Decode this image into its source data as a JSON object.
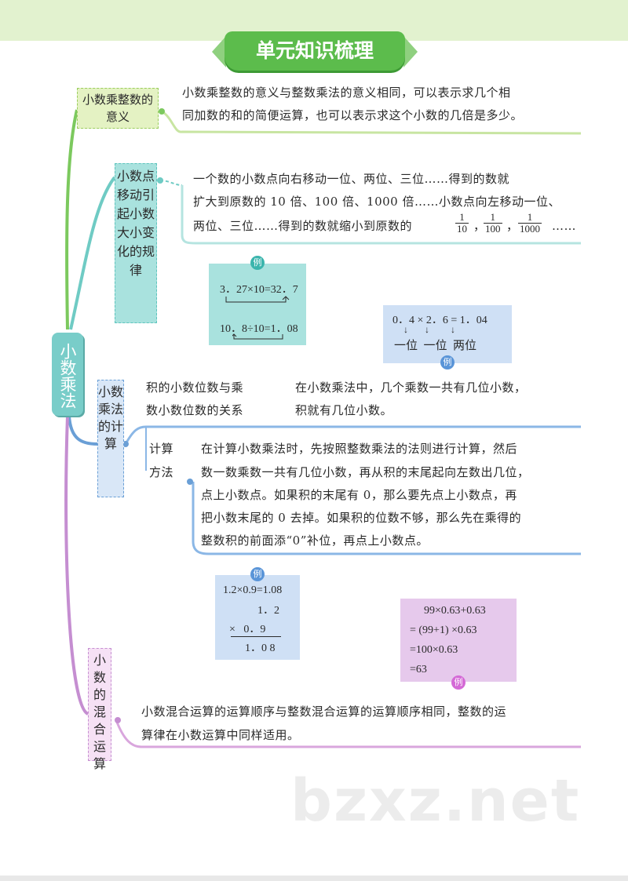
{
  "title": "单元知识梳理",
  "root": "小数乘法",
  "branches": {
    "meaning": {
      "label": "小数乘整数的意义",
      "text_line1": "小数乘整数的意义与整数乘法的意义相同，可以表示求几个相",
      "text_line2": "同加数的和的简便运算，也可以表示求这个小数的几倍是多少。"
    },
    "point_rule": {
      "label": "小数点移动引起小数大小变化的规律",
      "text_line1": "一个数的小数点向右移动一位、两位、三位……得到的数就",
      "text_line2": "扩大到原数的 10 倍、100 倍、1000 倍……小数点向左移动一位、",
      "text_line3": "两位、三位……得到的数就缩小到原数的",
      "fractions": [
        {
          "num": "1",
          "den": "10"
        },
        {
          "num": "1",
          "den": "100"
        },
        {
          "num": "1",
          "den": "1000"
        }
      ],
      "frac_sep": "，",
      "tail": "……"
    },
    "calculation": {
      "label": "小数乘法的计算",
      "relation_label_line1": "积的小数位数与乘",
      "relation_label_line2": "数小数位数的关系",
      "relation_text_line1": "在小数乘法中，几个乘数一共有几位小数，",
      "relation_text_line2": "积就有几位小数。",
      "method_label_line1": "计算",
      "method_label_line2": "方法",
      "method_text_line1": "在计算小数乘法时，先按照整数乘法的法则进行计算，然后",
      "method_text_line2": "数一数乘数一共有几位小数，再从积的末尾起向左数出几位，",
      "method_text_line3": "点上小数点。如果积的末尾有 0，那么要先点上小数点，再",
      "method_text_line4": "把小数末尾的 0 去掉。如果积的位数不够，那么先在乘得的",
      "method_text_line5": "整数积的前面添“0”补位，再点上小数点。"
    },
    "mixed": {
      "label": "小数的混合运算",
      "text_line1": "小数混合运算的运算顺序与整数混合运算的运算顺序相同，整数的运",
      "text_line2": "算律在小数运算中同样适用。"
    }
  },
  "examples": {
    "tag": "例",
    "ex1": {
      "line1": "3．27×10=32．7",
      "line2": "10．8÷10=1．08"
    },
    "ex2": {
      "line1": "0．4 × 2．6 = 1．04",
      "arrows": "↓       ↓         ↓",
      "line3": "一位  一位  两位"
    },
    "ex3": {
      "line1": "1.2×0.9=1.08",
      "line2": "1．2",
      "line3": "×   0．9",
      "line4": "1．0 8"
    },
    "ex4": {
      "line1": "99×0.63+0.63",
      "line2": "= (99+1) ×0.63",
      "line3": "=100×0.63",
      "line4": "=63"
    }
  },
  "watermark": "bzxz.net",
  "colors": {
    "green": "#5cbc4c",
    "teal": "#5ec4bd",
    "blue": "#6a9fd6",
    "purple": "#c58ed1"
  }
}
